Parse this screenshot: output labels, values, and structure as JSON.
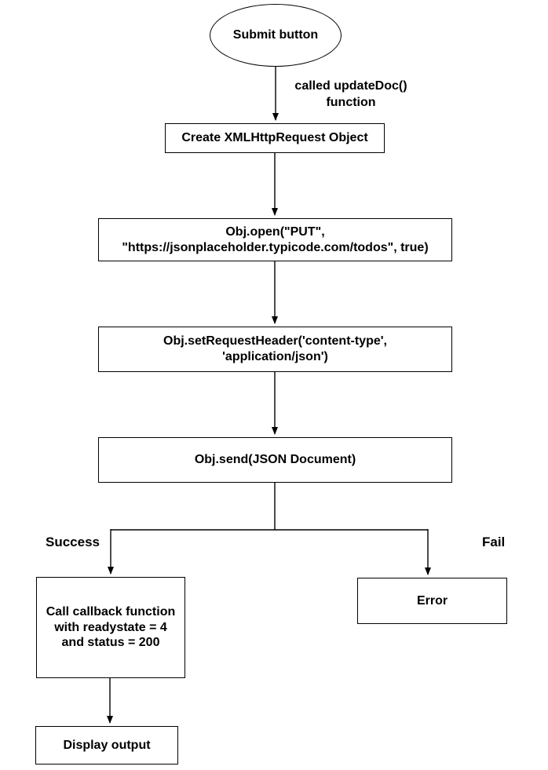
{
  "colors": {
    "stroke": "#000000",
    "text": "#000000",
    "background": "#ffffff"
  },
  "flowchart": {
    "start": {
      "label": "Submit button"
    },
    "edge_labels": {
      "update_doc": {
        "line1": "called updateDoc()",
        "line2": "function"
      },
      "success": "Success",
      "fail": "Fail"
    },
    "nodes": {
      "create_request": {
        "line1": "Create XMLHttpRequest Object"
      },
      "open": {
        "line1": "Obj.open(\"PUT\",",
        "line2": "\"https://jsonplaceholder.typicode.com/todos\", true)"
      },
      "set_header": {
        "line1": "Obj.setRequestHeader('content-type',",
        "line2": "'application/json')"
      },
      "send": {
        "line1": "Obj.send(JSON Document)"
      },
      "callback": {
        "line1": "Call callback function",
        "line2": "with readystate = 4",
        "line3": "and status = 200"
      },
      "error": {
        "line1": "Error"
      },
      "display_output": {
        "line1": "Display output"
      }
    }
  }
}
